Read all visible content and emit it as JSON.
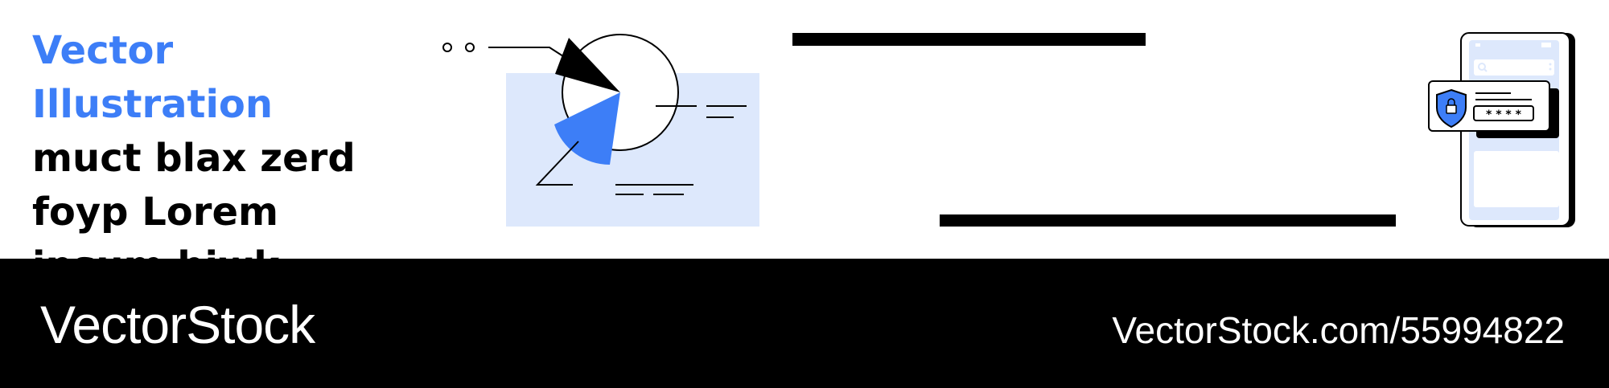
{
  "heading": {
    "accent": "Vector Illustration",
    "body": "muct blax zerd foyp Lorem ipsum hiwk"
  },
  "phone": {
    "password_mask": "* * * *",
    "lock_icon": "shield-lock-icon",
    "search_icon": "search-icon"
  },
  "footer": {
    "brand": "VectorStock",
    "url": "VectorStock.com/55994822"
  },
  "colors": {
    "accent": "#3d7ef7",
    "panel": "#dde8fc",
    "ink": "#000000",
    "footer_bg": "#000000",
    "footer_text": "#ffffff"
  }
}
